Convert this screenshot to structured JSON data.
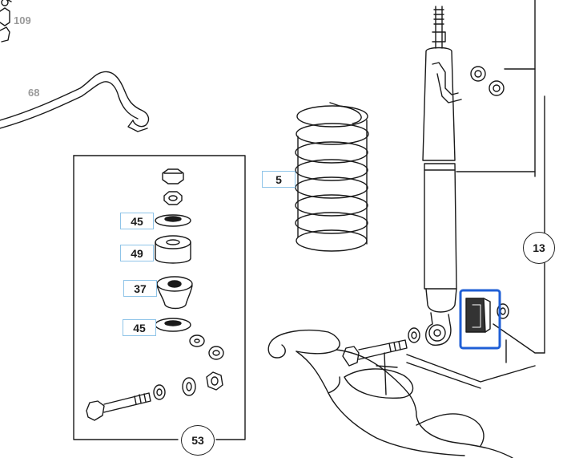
{
  "labels": {
    "part_109": "109",
    "part_68": "68",
    "part_5": "5",
    "part_13": "13",
    "part_45_top": "45",
    "part_49": "49",
    "part_37": "37",
    "part_45_bottom": "45",
    "part_53": "53"
  },
  "colors": {
    "line": "#1a1a1a",
    "callout_border": "#8fc4e8",
    "highlight_border": "#1f5fd6",
    "grey_label": "#9a9a9a"
  }
}
